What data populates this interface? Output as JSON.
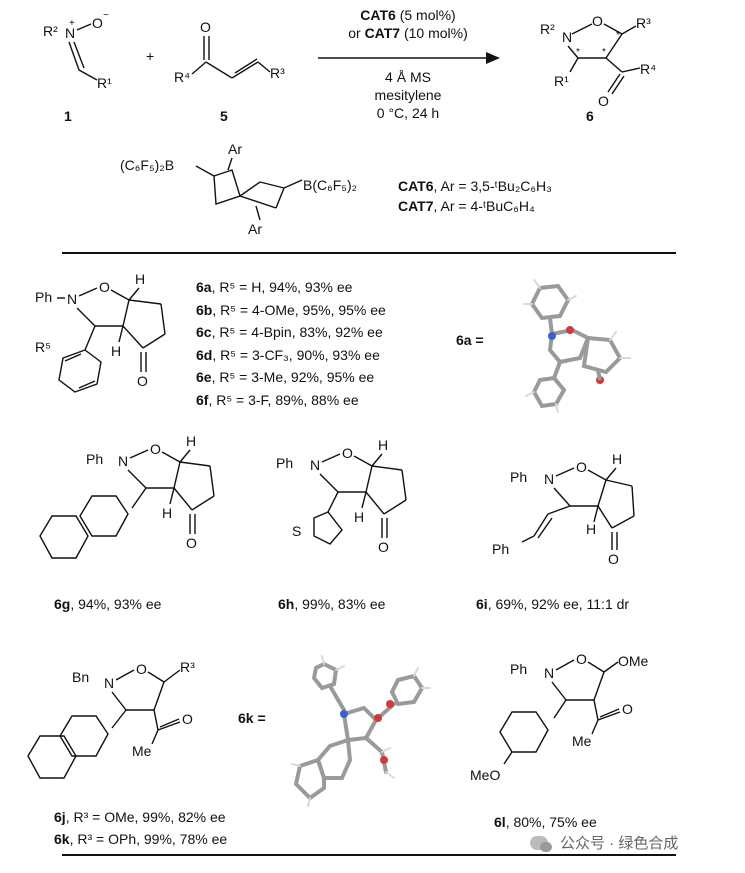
{
  "scheme": {
    "compound1_label": "1",
    "compound5_label": "5",
    "compound6_label": "6",
    "plus": "+",
    "cond_line1_bold": "CAT6",
    "cond_line1_rest": " (5 mol%)",
    "cond_line2_pre": "or ",
    "cond_line2_bold": "CAT7",
    "cond_line2_rest": " (10 mol%)",
    "cond_line3": "4 Å MS",
    "cond_line4": "mesitylene",
    "cond_line5": "0 °C, 24 h"
  },
  "catalyst": {
    "cat6_name": "CAT6",
    "cat6_def": ", Ar = 3,5-ᵗBu₂C₆H₃",
    "cat7_name": "CAT7",
    "cat7_def": ", Ar = 4-ᵗBuC₆H₄",
    "b_left": "(C₆F₅)₂B",
    "b_right": "B(C₆F₅)₂",
    "ar_top": "Ar",
    "ar_bottom": "Ar"
  },
  "products": {
    "6a": {
      "id": "6a",
      "text": ", R⁵ = H, 94%, 93% ee"
    },
    "6b": {
      "id": "6b",
      "text": ", R⁵ = 4-OMe, 95%, 95% ee"
    },
    "6c": {
      "id": "6c",
      "text": ", R⁵ = 4-Bpin, 83%, 92% ee"
    },
    "6d": {
      "id": "6d",
      "text": ", R⁵ = 3-CF₃, 90%, 93% ee"
    },
    "6e": {
      "id": "6e",
      "text": ", R⁵ = 3-Me, 92%, 95% ee"
    },
    "6f": {
      "id": "6f",
      "text": ", R⁵ = 3-F, 89%, 88% ee"
    },
    "6a_xray": "6a =",
    "6g": {
      "id": "6g",
      "text": ", 94%, 93% ee"
    },
    "6h": {
      "id": "6h",
      "text": ", 99%, 83% ee"
    },
    "6i": {
      "id": "6i",
      "text": ", 69%, 92% ee, 11:1 dr"
    },
    "6j": {
      "id": "6j",
      "text": ", R³ = OMe, 99%, 82% ee"
    },
    "6k": {
      "id": "6k",
      "text": ", R³ = OPh, 99%, 78% ee"
    },
    "6k_xray": "6k =",
    "6l": {
      "id": "6l",
      "text": ", 80%, 75% ee"
    }
  },
  "atoms": {
    "ph": "Ph",
    "bn": "Bn",
    "n": "N",
    "o": "O",
    "h": "H",
    "s": "S",
    "me": "Me",
    "meo": "MeO",
    "ome": "OMe",
    "r5": "R⁵",
    "r1": "R¹",
    "r2": "R²",
    "r3": "R³",
    "r4": "R⁴"
  },
  "watermark": "公众号 · 绿色合成"
}
